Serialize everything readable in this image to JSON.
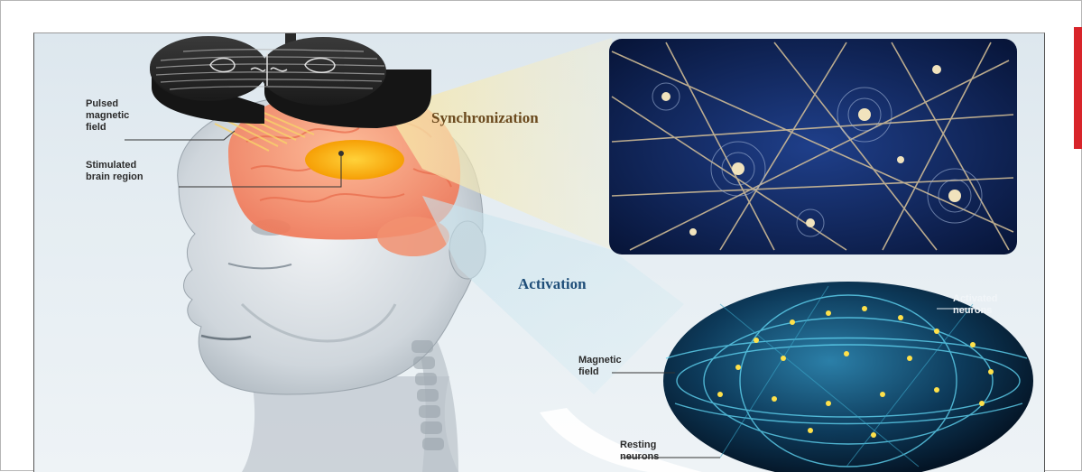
{
  "labels": {
    "pulsed_field": "Pulsed\nmagnetic\nfield",
    "stimulated_region": "Stimulated\nbrain region",
    "synchronization": "Synchronization",
    "activation": "Activation",
    "activated_neurons": "Activated\nneurons",
    "magnetic_field": "Magnetic\nfield",
    "resting_neurons": "Resting\nneurons"
  },
  "colors": {
    "synchronization_text": "#6b4a1e",
    "activation_text": "#1f4e79",
    "accent_red": "#d8242a",
    "stimulated_region": "#f5a000"
  }
}
